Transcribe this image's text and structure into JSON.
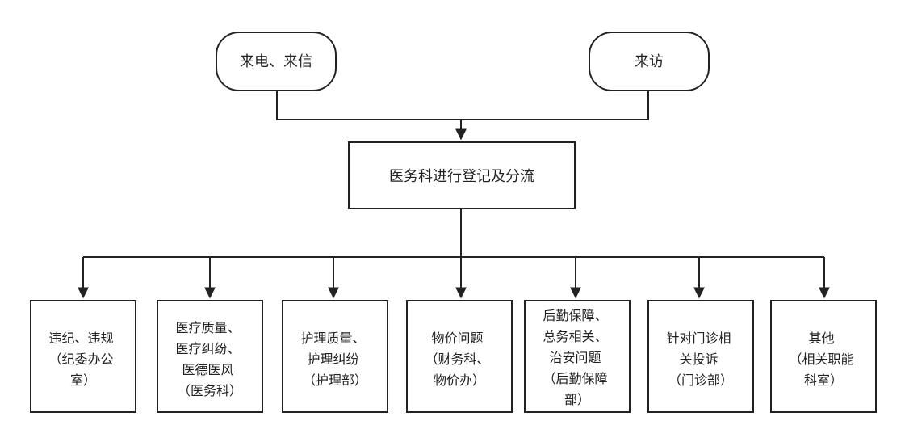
{
  "colors": {
    "stroke": "#222222",
    "fill": "#ffffff",
    "text": "#222222"
  },
  "sources": [
    {
      "label": "来电、来信"
    },
    {
      "label": "来访"
    }
  ],
  "center": {
    "label": "医务科进行登记及分流"
  },
  "targets": [
    {
      "lines": [
        "违纪、违规",
        "（纪委办公",
        "室）"
      ]
    },
    {
      "lines": [
        "医疗质量、",
        "医疗纠纷、",
        "医德医风",
        "（医务科）"
      ]
    },
    {
      "lines": [
        "护理质量、",
        "护理纠纷",
        "（护理部）"
      ]
    },
    {
      "lines": [
        "物价问题",
        "（财务科、",
        "物价办）"
      ]
    },
    {
      "lines": [
        "后勤保障、",
        "总务相关、",
        "治安问题",
        "（后勤保障",
        "部）"
      ]
    },
    {
      "lines": [
        "针对门诊相",
        "关投诉",
        "（门诊部）"
      ]
    },
    {
      "lines": [
        "其他",
        "（相关职能",
        "科室）"
      ]
    }
  ]
}
